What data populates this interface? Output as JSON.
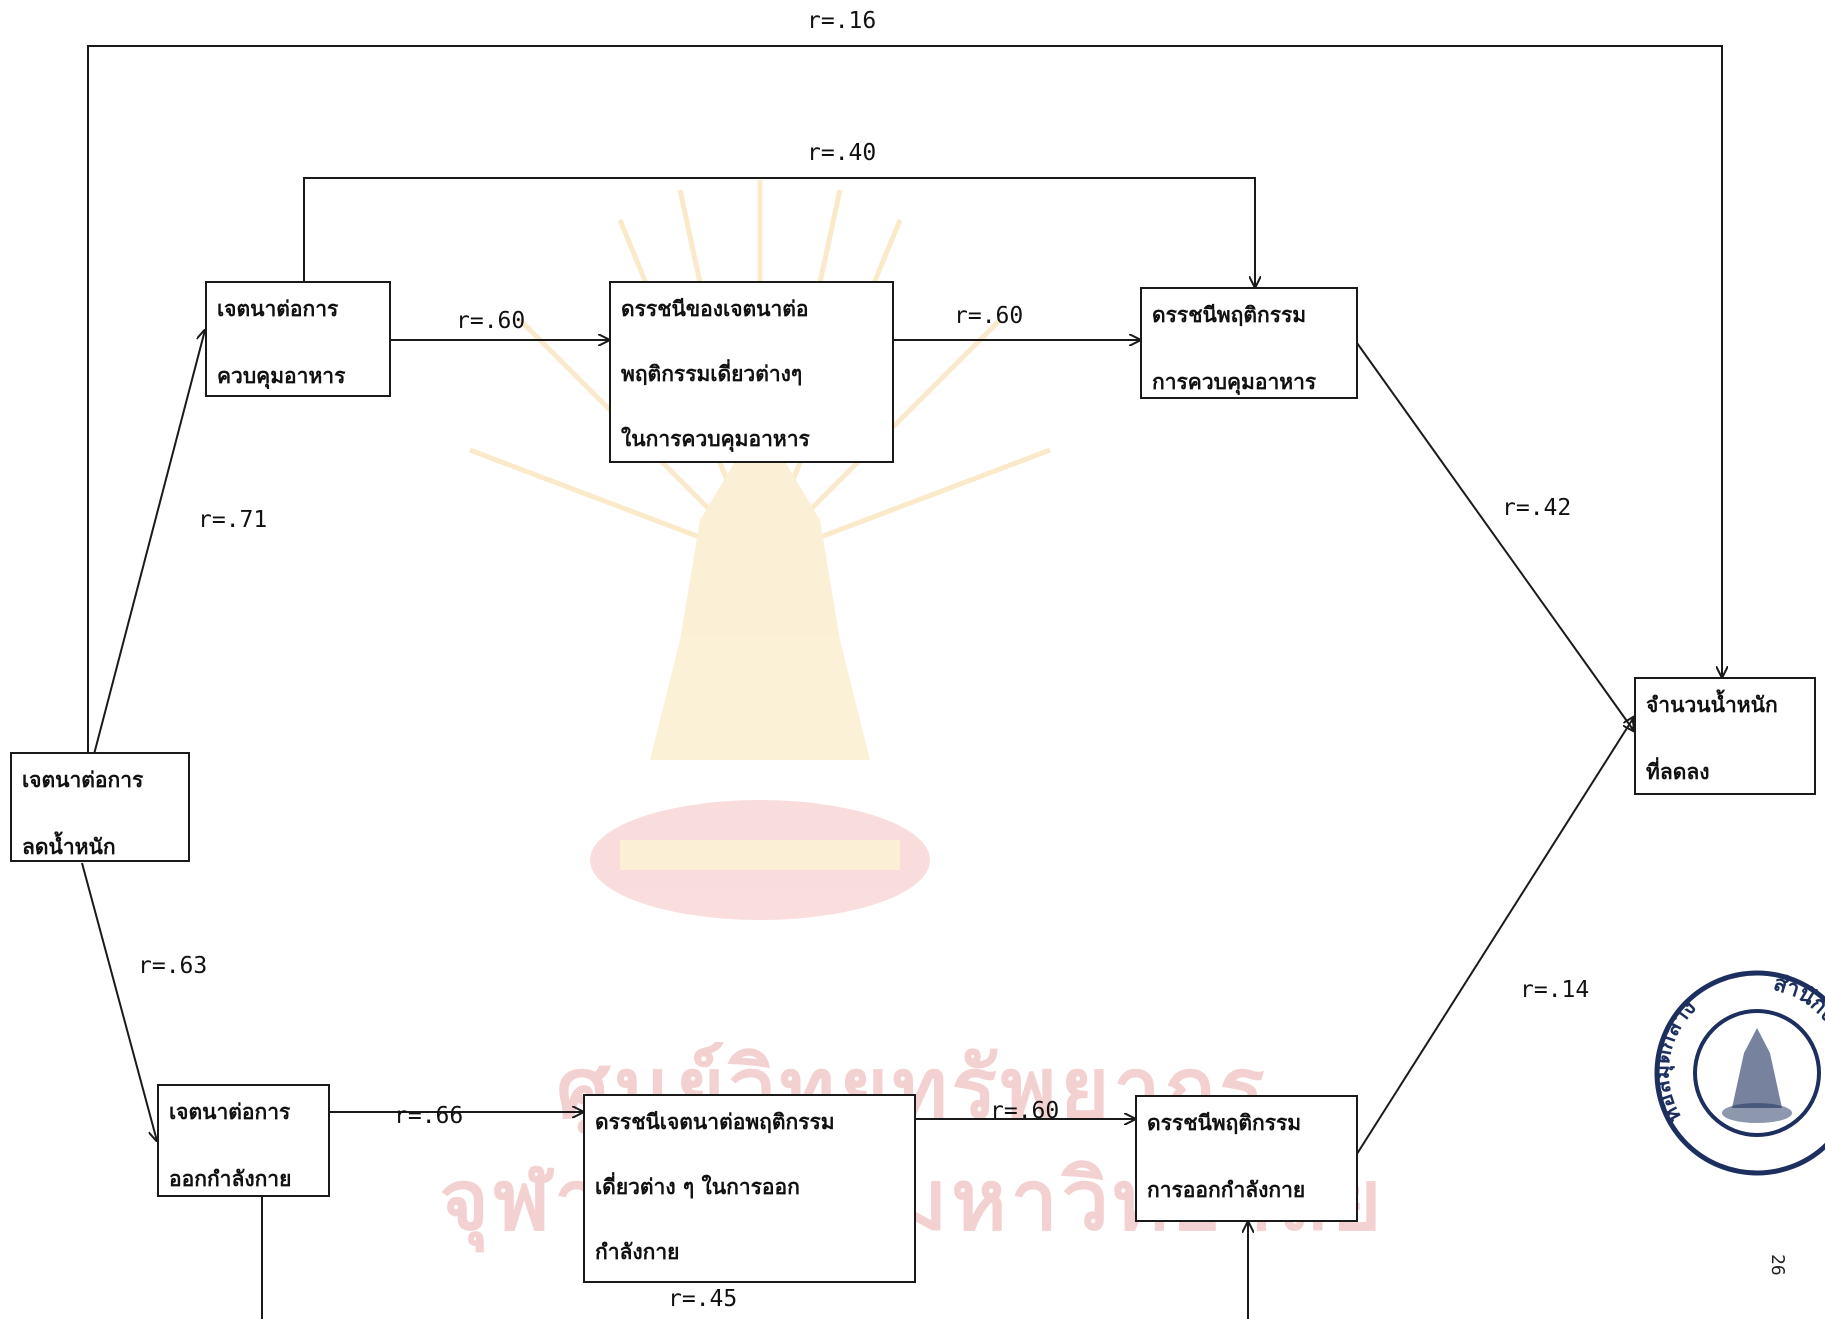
{
  "colors": {
    "ink": "#1a1a1a",
    "watermark_gold": "#f4d68a",
    "watermark_red": "#f0a0a0",
    "seal_ink": "#1c2f5e"
  },
  "watermark": {
    "line1": "ศูนย์วิทยทรัพยากร",
    "line2": "จุฬาลงกรณ์มหาวิทยาลัย"
  },
  "boxes": {
    "intent_weight_loss": [
      "เจตนาต่อการ",
      "ลดน้ำหนัก"
    ],
    "intent_diet_control": [
      "เจตนาต่อการ",
      "ควบคุมอาหาร"
    ],
    "index_intent_diet_behaviors": [
      "ดรรชนีของเจตนาต่อ",
      "พฤติกรรมเดี่ยวต่างๆ",
      "ในการควบคุมอาหาร"
    ],
    "index_diet_behavior": [
      "ดรรชนีพฤติกรรม",
      "การควบคุมอาหาร"
    ],
    "weight_lost": [
      "จำนวนน้ำหนัก",
      "ที่ลดลง"
    ],
    "intent_exercise": [
      "เจตนาต่อการ",
      "ออกกำลังกาย"
    ],
    "index_intent_exercise_behaviors": [
      "ดรรชนีเจตนาต่อพฤติกรรม",
      "เดี่ยวต่าง ๆ ในการออก",
      "กำลังกาย"
    ],
    "index_exercise_behavior": [
      "ดรรชนีพฤติกรรม",
      "การออกกำลังกาย"
    ]
  },
  "correlations": {
    "weight_loss_to_result": "r=.16",
    "diet_intent_to_diet_behavior": "r=.40",
    "diet_intent_to_diet_index": "r=.60",
    "diet_index_to_diet_behavior": "r=.60",
    "weight_loss_to_diet_intent": "r=.71",
    "diet_behavior_to_result": "r=.42",
    "weight_loss_to_exercise_intent": "r=.63",
    "exercise_behavior_to_result": "r=.14",
    "exercise_intent_to_exercise_index": "r=.66",
    "exercise_index_to_exercise_behavior": "r=.60",
    "exercise_intent_to_exercise_behavior": "r=.45"
  },
  "seal": {
    "icon": "university-seal-icon",
    "text_left": "หอสมุดกลาง",
    "text_right": "สำนักงาน"
  },
  "page_number": "26"
}
